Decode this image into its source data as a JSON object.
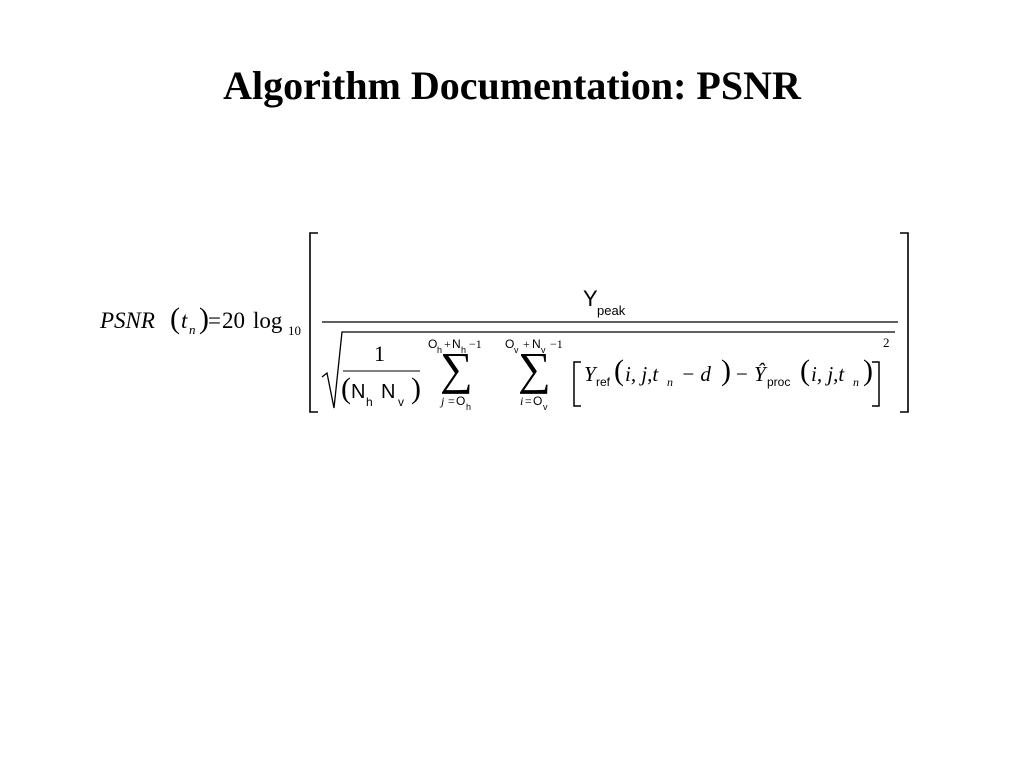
{
  "slide": {
    "title": "Algorithm Documentation: PSNR"
  },
  "formula": {
    "lhs": "PSNR",
    "lhs_arg": "t",
    "lhs_arg_sub": "n",
    "equals": "=",
    "coefficient": "20",
    "log": "log",
    "log_base": "10",
    "numerator": {
      "symbol": "Y",
      "sub": "peak"
    },
    "fraction": {
      "numerator": "1",
      "n_h": "N",
      "n_h_sub": "h",
      "n_v": "N",
      "n_v_sub": "v"
    },
    "sum_outer": {
      "sigma": "∑",
      "upper_o": "O",
      "upper_o_sub": "h",
      "upper_plus": "+",
      "upper_n": "N",
      "upper_n_sub": "h",
      "upper_minus_one": "−1",
      "lower_index": "j",
      "lower_eq": "=",
      "lower_o": "O",
      "lower_o_sub": "h"
    },
    "sum_inner": {
      "sigma": "∑",
      "upper_o": "O",
      "upper_o_sub": "v",
      "upper_plus": "+",
      "upper_n": "N",
      "upper_n_sub": "v",
      "upper_minus_one": "−1",
      "lower_index": "i",
      "lower_eq": "=",
      "lower_o": "O",
      "lower_o_sub": "v"
    },
    "bracket_term": {
      "y_ref": "Y",
      "y_ref_sub": "ref",
      "args_ref": "i, j,t",
      "args_ref_sub": "n",
      "minus_d": "− d",
      "minus": "−",
      "y_hat": "Ŷ",
      "y_hat_sub": "proc",
      "args_proc": "i, j,t",
      "args_proc_sub": "n"
    },
    "exponent": "2"
  }
}
